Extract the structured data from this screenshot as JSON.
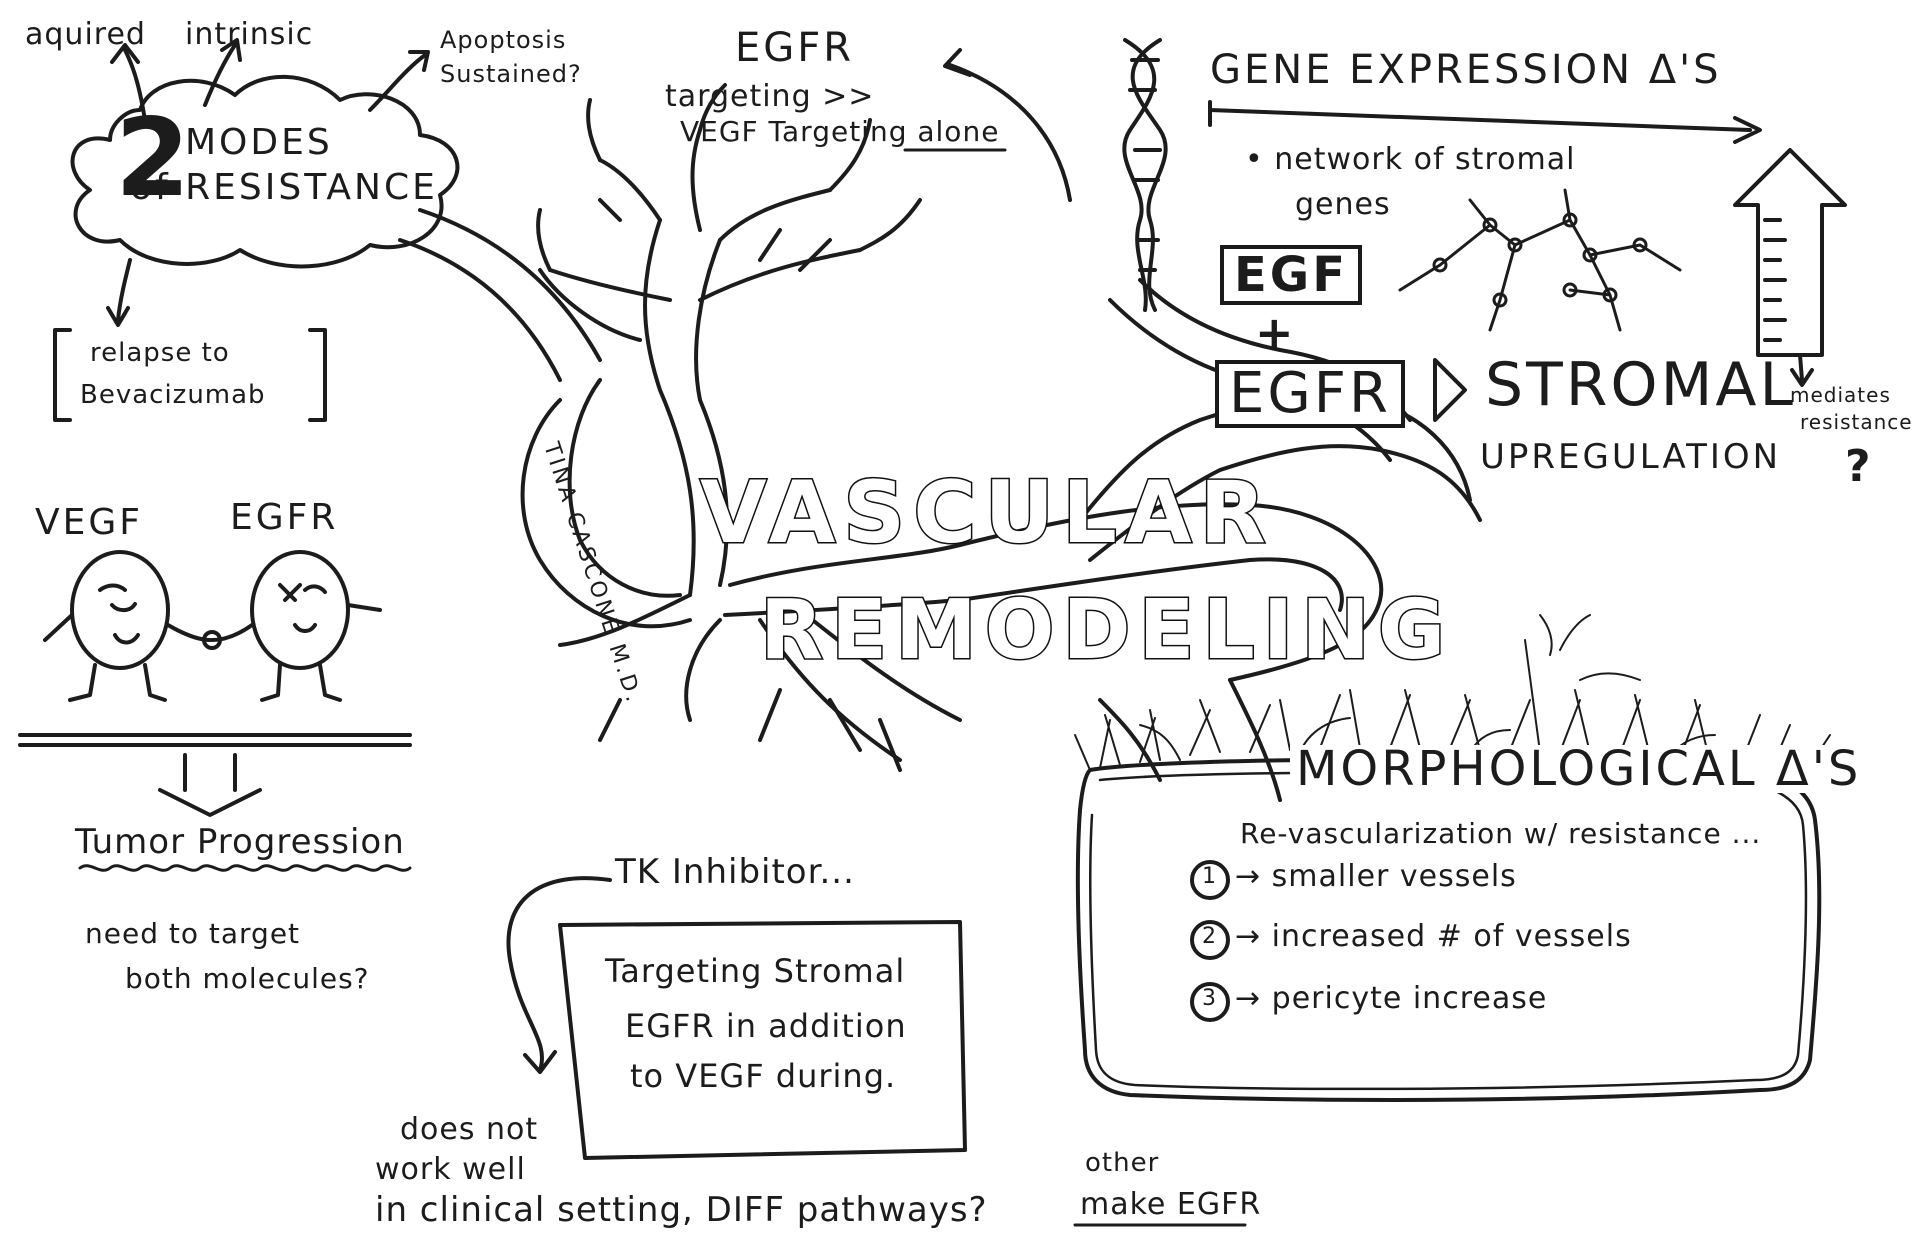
{
  "title": {
    "line1": "VASCULAR",
    "line2": "REMODELING"
  },
  "author": {
    "name": "TINA CASCONE M.D."
  },
  "modes_of_resistance": {
    "number": "2",
    "label_line1": "MODES",
    "label_line2": "of RESISTANCE",
    "acquired": "aquired",
    "intrinsic": "intrinsic",
    "apoptosis_line1": "Apoptosis",
    "apoptosis_line2": "Sustained?",
    "relapse_line1": "relapse to",
    "relapse_line2": "Bevacizumab"
  },
  "egfr_targeting": {
    "line1": "EGFR",
    "line2": "targeting >>",
    "line3": "VEGF Targeting alone"
  },
  "vegf_egfr": {
    "vegf_label": "VEGF",
    "egfr_label": "EGFR",
    "arrow_symbol": "⇩",
    "progression": "Tumor Progression",
    "question_line1": "need to target",
    "question_line2": "both molecules?"
  },
  "gene_expression": {
    "heading": "GENE EXPRESSION Δ'S",
    "network_line1": "• network of stromal",
    "network_line2": "genes",
    "egf": "EGF",
    "plus": "+",
    "egfr": "EGFR",
    "stromal": "STROMAL",
    "upregulation": "UPREGULATION",
    "mediates_line1": "mediates",
    "mediates_line2": "resistance",
    "mediates_q": "?"
  },
  "morphological": {
    "heading": "MORPHOLOGICAL Δ'S",
    "intro": "Re-vascularization w/ resistance ...",
    "items": [
      {
        "num": "1",
        "text": "→ smaller vessels"
      },
      {
        "num": "2",
        "text": "→ increased # of vessels"
      },
      {
        "num": "3",
        "text": "→ pericyte increase"
      }
    ]
  },
  "tk_inhibitor": {
    "heading": "TK Inhibitor...",
    "box_line1": "Targeting Stromal",
    "box_line2": "EGFR in addition",
    "box_line3": "to VEGF during.",
    "note_line1": "does not",
    "note_line2": "work well",
    "note_line3": "in clinical setting, DIFF pathways?",
    "other_line1": "other",
    "other_line2": "make EGFR"
  },
  "colors": {
    "ink": "#1c1c1c",
    "paper": "#ffffff"
  }
}
